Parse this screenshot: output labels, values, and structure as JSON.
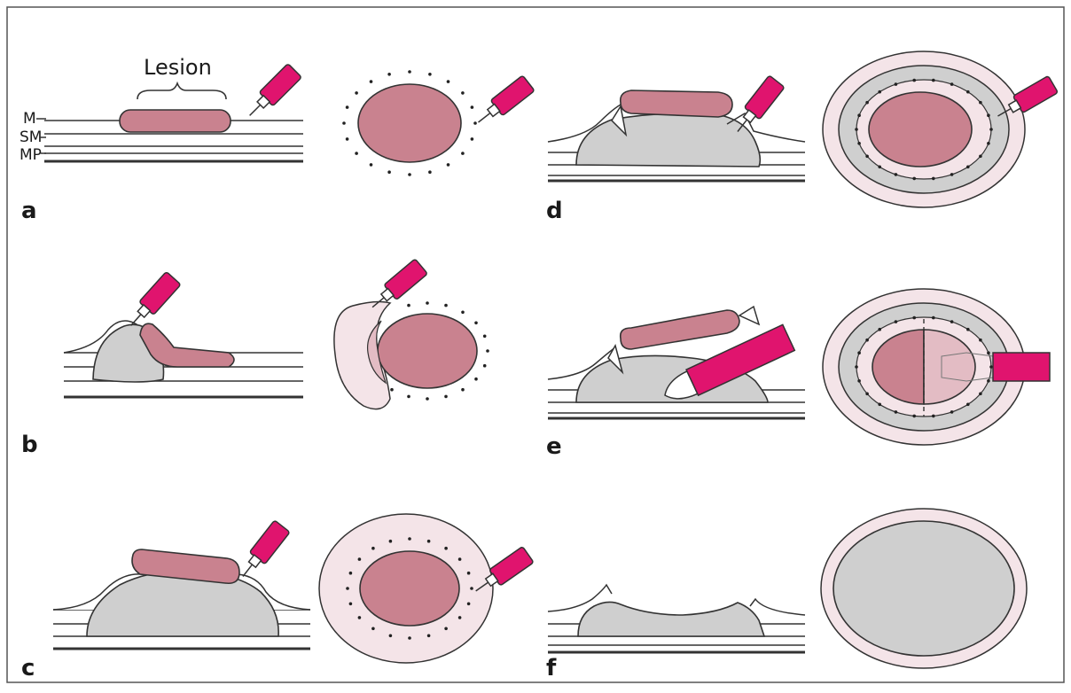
{
  "labels": {
    "lesion": "Lesion",
    "layers": [
      "M",
      "SM",
      "MP"
    ]
  },
  "panels": [
    {
      "id": "a",
      "label": "a"
    },
    {
      "id": "b",
      "label": "b"
    },
    {
      "id": "c",
      "label": "c"
    },
    {
      "id": "d",
      "label": "d"
    },
    {
      "id": "e",
      "label": "e"
    },
    {
      "id": "f",
      "label": "f"
    }
  ],
  "colors": {
    "lesion": "#c9828f",
    "lesion_light": "#e3bcc4",
    "injection": "#f4e4e8",
    "tissue": "#cfcfcf",
    "instrument": "#e0146e",
    "outline": "#333333"
  }
}
